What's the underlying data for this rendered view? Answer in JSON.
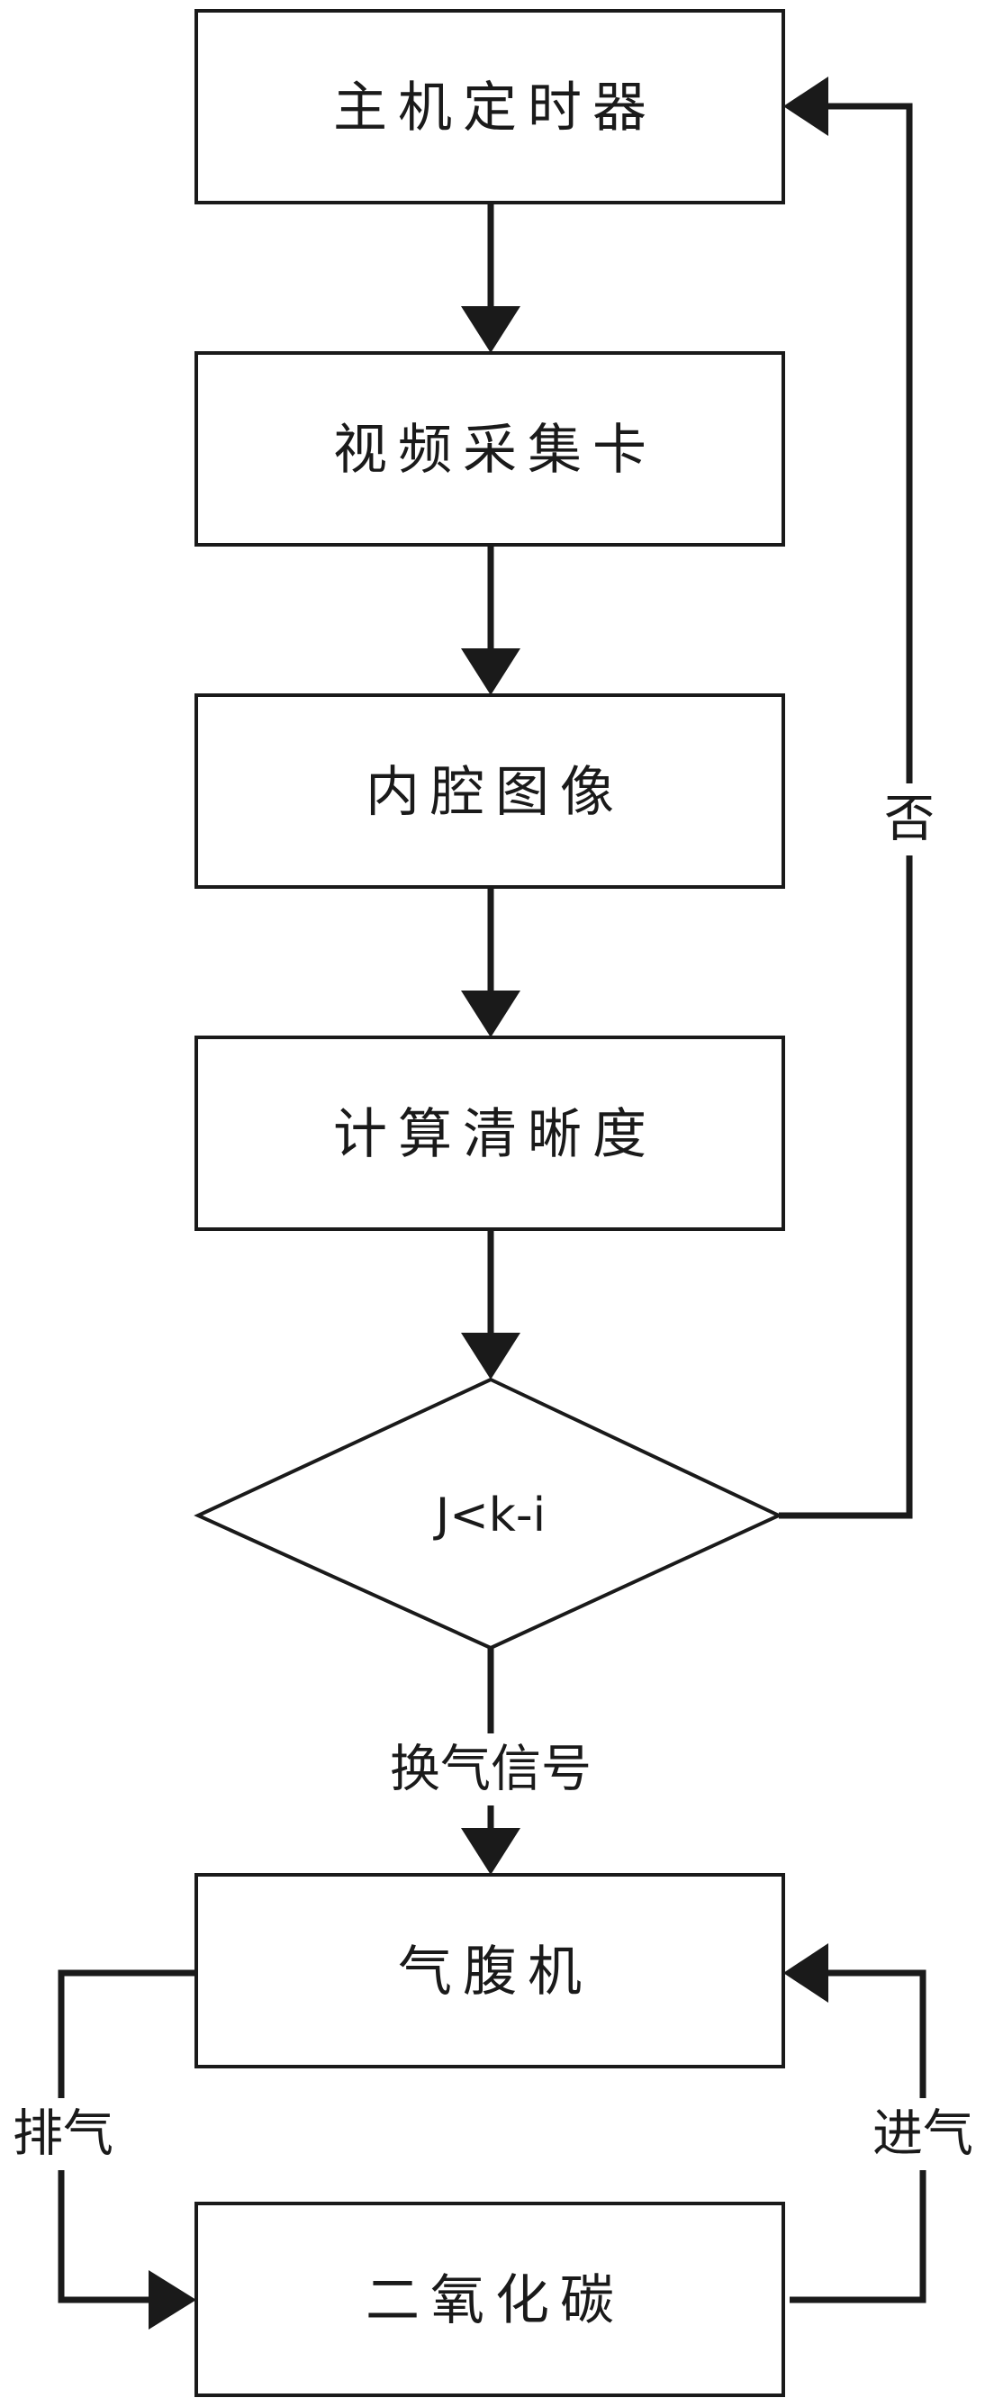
{
  "nodes": {
    "host_timer": "主机定时器",
    "video_capture_card": "视频采集卡",
    "endoscope_image": "内腔图像",
    "compute_sharpness": "计算清晰度",
    "condition": "J<k-i",
    "insufflator": "气腹机",
    "carbon_dioxide": "二氧化碳"
  },
  "edges": {
    "no": "否",
    "ventilation_signal": "换气信号",
    "exhaust": "排气",
    "intake": "进气"
  }
}
